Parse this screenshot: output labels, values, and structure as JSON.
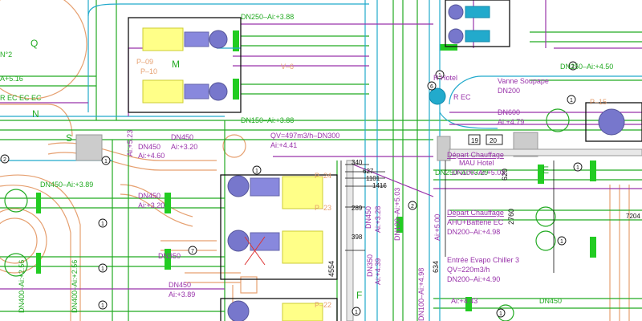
{
  "colors": {
    "green": "#22aa22",
    "blue": "#2266dd",
    "cyan": "#22aacc",
    "purple": "#9933aa",
    "orange": "#e6a070",
    "yellow": "#ffff66",
    "black": "#111111",
    "gray": "#777777",
    "violet": "#6666cc",
    "red": "#dd3333"
  },
  "labels": {
    "dn250_388": "DN250–Ai:+3.88",
    "dn250_450": "DN250–Ai:+4.50",
    "n2": "N°2",
    "ai516": "A+5.16",
    "rec": "R EC EC EC",
    "dn150_388": "DN150–Ai:+3.88",
    "qv497": "QV=497m3/h–DN300",
    "ai441": "Ai:+4.41",
    "dn450_a": "DN450",
    "ai320_a": "Ai:+3.20",
    "ai523": "Ai:+5.23",
    "dn450_460": "DN450",
    "ai460": "Ai:+4.60",
    "dn450_389": "DN450–Ai:+3.89",
    "dn450_b": "DN450",
    "ai320_b": "Ai:+3.20",
    "dn350": "DN350",
    "dn450_c": "DN450",
    "ai389": "Ai:+3.89",
    "dn400_256a": "DN400–Ai:+2.56",
    "dn400_256b": "DN400–Ai:+2.56",
    "p09": "P–09",
    "p10": "P–10",
    "p15": "P–15",
    "p22": "P–22",
    "p23": "P–23",
    "p24": "P–24",
    "v6": "V–6",
    "r_hotel": "R Hotel",
    "r_ec": "R EC",
    "vanne": "Vanne Soupape",
    "dn200": "DN200",
    "dn600": "DN600",
    "ai479": "Ai:+4.79",
    "n19": "19",
    "n20": "20",
    "depart1": "Départ Chauffage",
    "mau": "MAU Hotel",
    "dn100_503": "DN100–Ai:+5.03",
    "dn250_329": "DN250–Ai:+3.29",
    "depart2": "Départ Chauffage",
    "ahu": "AHU+Batterie EC",
    "dn200_498": "DN200–Ai:+4.98",
    "entree": "Entrée Evapo Chiller 3",
    "qv220": "QV=220m3/h",
    "dn200_490": "DN200–Ai:+4.90",
    "ai443": "Ai:+4.43",
    "dn450_ai": "DN450",
    "ai328": "Ai:+3.28",
    "dn100_503v": "DN100–Ai:+5.03",
    "dn100_498v": "DN100–Ai:+4.98",
    "dn350v": "DN350",
    "ai439": "Ai:+4.39",
    "ai500": "Ai:+5.00",
    "ai634": "634",
    "d340": "340",
    "d627": "627",
    "d1101": "1101",
    "d1416": "1416",
    "d289": "289",
    "d398": "398",
    "d4554": "4554",
    "d620": "620",
    "d2760": "2760",
    "d7204": "7204",
    "d2": "2",
    "d1": "1",
    "d6": "6",
    "d7": "7",
    "q": "Q",
    "s": "S",
    "n": "N",
    "ms": "M",
    "e": "E",
    "f": "F"
  }
}
